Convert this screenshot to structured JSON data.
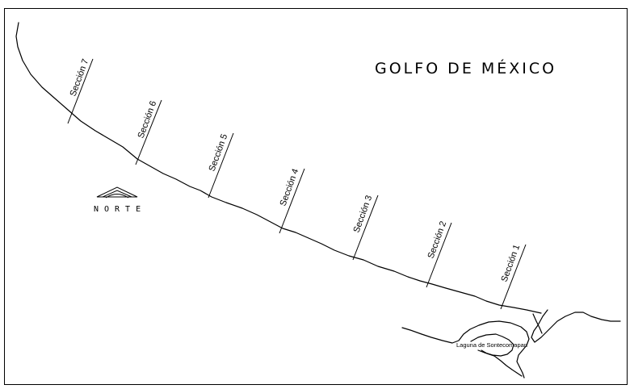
{
  "map": {
    "title": "GOLFO DE MÉXICO",
    "north_label": "NORTE",
    "north_icon": "north-arrow-icon",
    "lagoon_label": "Laguna de Sontecomapan",
    "sections": [
      {
        "label": "Sección 7"
      },
      {
        "label": "Sección 6"
      },
      {
        "label": "Sección 5"
      },
      {
        "label": "Sección 4"
      },
      {
        "label": "Sección 3"
      },
      {
        "label": "Sección 2"
      },
      {
        "label": "Sección 1"
      }
    ],
    "colors": {
      "ink": "#000000",
      "background": "#ffffff"
    }
  }
}
